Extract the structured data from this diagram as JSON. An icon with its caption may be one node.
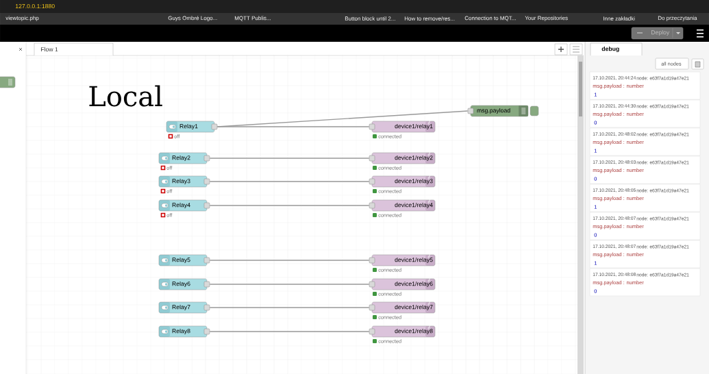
{
  "diagram": {
    "nodes": [
      {
        "text": [
          "Relay1"
        ],
        "beside": [
          "off"
        ]
      },
      {
        "text": [
          "Relay2"
        ],
        "beside": [
          "off"
        ]
      },
      {
        "text": [
          "Relay3"
        ],
        "beside": [
          "off"
        ]
      },
      {
        "text": [
          "Relay4"
        ],
        "beside": [
          "off"
        ]
      },
      {
        "text": [
          "Relay5"
        ]
      },
      {
        "text": [
          "Relay6"
        ]
      },
      {
        "text": [
          "Relay7"
        ]
      },
      {
        "text": [
          "Relay8"
        ]
      },
      {
        "text": [
          "device1/relay1"
        ],
        "beside": [
          "connected"
        ]
      },
      {
        "text": [
          "device1/relay2"
        ],
        "beside": [
          "connected"
        ]
      },
      {
        "text": [
          "device1/relay3"
        ],
        "beside": [
          "connected"
        ]
      },
      {
        "text": [
          "device1/relay4"
        ],
        "beside": [
          "connected"
        ]
      },
      {
        "text": [
          "device1/relay5"
        ],
        "beside": [
          "connected"
        ]
      },
      {
        "text": [
          "device1/relay6"
        ],
        "beside": [
          "connected"
        ]
      },
      {
        "text": [
          "device1/relay7"
        ],
        "beside": [
          "connected"
        ]
      },
      {
        "text": [
          "device1/relay8"
        ],
        "beside": [
          "connected"
        ]
      },
      {
        "text": [
          "msg.payload"
        ]
      },
      {
        "text": [],
        "shape": "box"
      }
    ],
    "edges": [
      {
        "from": 0,
        "to": 8,
        "arrow": "none"
      },
      {
        "from": 0,
        "to": 16,
        "arrow": "none"
      },
      {
        "from": 1,
        "to": 9,
        "arrow": "none"
      },
      {
        "from": 2,
        "to": 10,
        "arrow": "none"
      },
      {
        "from": 3,
        "to": 11,
        "arrow": "none"
      },
      {
        "from": 4,
        "to": 12,
        "arrow": "none"
      },
      {
        "from": 5,
        "to": 13,
        "arrow": "none"
      },
      {
        "from": 6,
        "to": 14,
        "arrow": "none"
      },
      {
        "from": 7,
        "to": 15,
        "arrow": "none"
      }
    ],
    "labels": [
      "127.0.0.1:1880",
      "viewtopic.php",
      "Guys Ombré Logo...",
      "MQTT Publis...",
      "Button block until 2...",
      "How to remove/res...",
      "Connection to MQT...",
      "Your Repositories",
      "Inne zakładki",
      "Do przeczytania",
      "Flow 1",
      "Deploy",
      "debug",
      "all nodes",
      "Local",
      "17.10.2021, 20:44:24",
      "node: e63f7a1d19a47e21",
      "msg.payload : number",
      "1",
      "17.10.2021, 20:44:30",
      "node: e63f7a1d19a47e21",
      "msg.payload : number",
      "0",
      "17.10.2021, 20:48:02",
      "node: e63f7a1d19a47e21",
      "msg.payload : number",
      "1",
      "17.10.2021, 20:48:03",
      "node: e63f7a1d19a47e21",
      "msg.payload : number",
      "0",
      "17.10.2021, 20:48:05",
      "node: e63f7a1d19a47e21",
      "msg.payload : number",
      "1",
      "17.10.2021, 20:48:07",
      "node: e63f7a1d19a47e21",
      "msg.payload : number",
      "0",
      "17.10.2021, 20:48:07",
      "node: e63f7a1d19a47e21",
      "msg.payload : number",
      "1",
      "17.10.2021, 20:48:08",
      "node: e63f7a1d19a47e21",
      "msg.payload : number",
      "0"
    ]
  }
}
